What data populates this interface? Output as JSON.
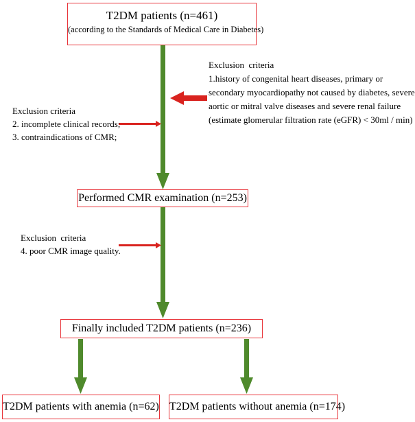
{
  "boxes": {
    "top": {
      "title": "T2DM patients (n=461)",
      "subtitle": "(according to the Standards of Medical Care in Diabetes)"
    },
    "cmr": {
      "label": "Performed CMR examination (n=253)"
    },
    "included": {
      "label": "Finally included T2DM patients (n=236)"
    },
    "anemia": {
      "label": "T2DM patients with anemia (n=62)"
    },
    "no_anemia": {
      "label": "T2DM patients without anemia (n=174)"
    }
  },
  "exclusions": {
    "right": {
      "heading": "Exclusion  criteria",
      "lines": [
        "1.history of congenital heart diseases, primary or",
        "secondary myocardiopathy not caused by diabetes, severe",
        "aortic or mitral valve diseases and severe renal failure",
        "(estimate glomerular filtration rate (eGFR) < 30ml / min)"
      ]
    },
    "left1": {
      "heading": "Exclusion criteria",
      "lines": [
        "2. incomplete clinical records;",
        "3. contraindications of CMR;"
      ]
    },
    "left2": {
      "heading": "Exclusion  criteria",
      "lines": [
        "4. poor CMR image quality."
      ]
    }
  },
  "colors": {
    "box_border": "#e8343a",
    "flow_arrow": "#4f8a2c",
    "exclusion_arrow": "#d9231f"
  }
}
